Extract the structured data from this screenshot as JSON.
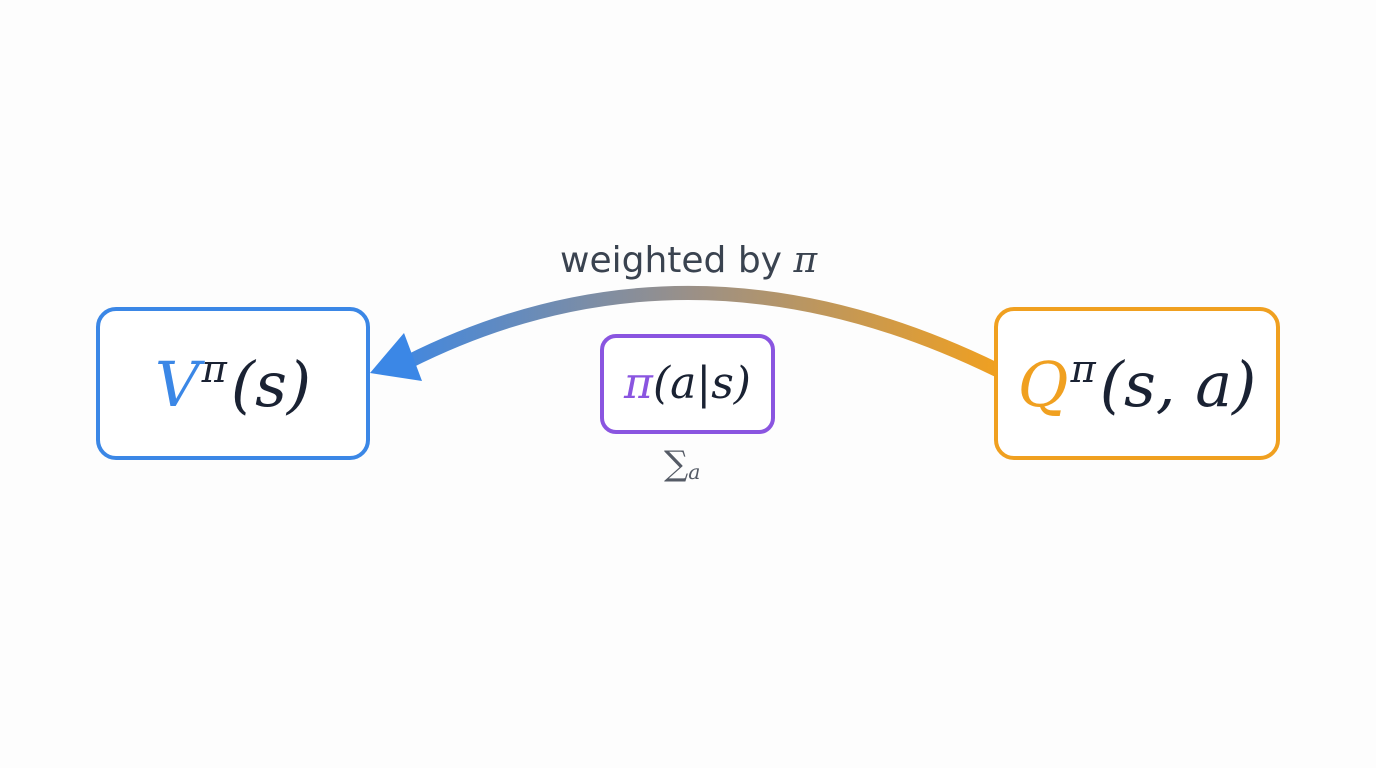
{
  "diagram": {
    "colors": {
      "value_box": "#3b87e6",
      "q_box": "#f0a020",
      "policy_box": "#8a55e0",
      "text": "#1a2233"
    },
    "value_node": {
      "symbol": "V",
      "superscript": "π",
      "args": "(s)"
    },
    "q_node": {
      "symbol": "Q",
      "superscript": "π",
      "args": "(s, a)"
    },
    "policy_node": {
      "symbol": "π",
      "args": "(a|s)"
    },
    "edge": {
      "label_text": "weighted by",
      "label_symbol": "π",
      "direction": "from Q to V"
    },
    "sum": {
      "symbol": "∑",
      "subscript": "a"
    }
  }
}
